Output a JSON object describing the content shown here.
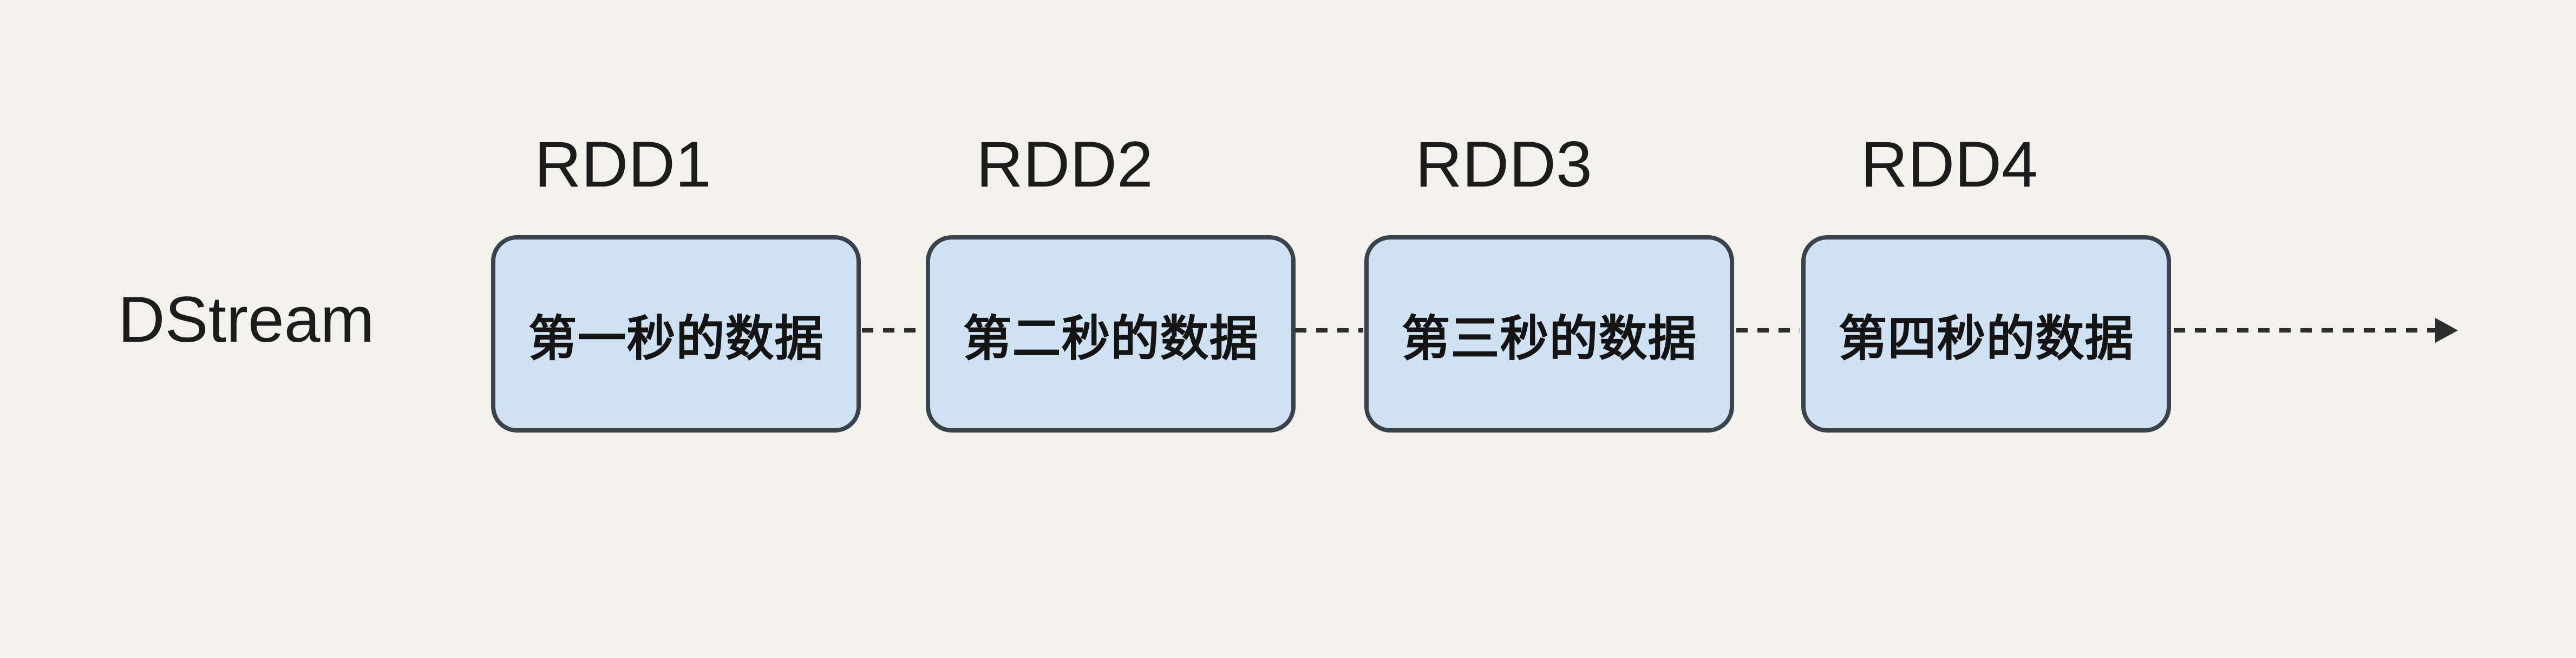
{
  "diagram": {
    "stream_label": "DStream",
    "rdds": [
      {
        "label": "RDD1",
        "content": "第一秒的数据"
      },
      {
        "label": "RDD2",
        "content": "第二秒的数据"
      },
      {
        "label": "RDD3",
        "content": "第三秒的数据"
      },
      {
        "label": "RDD4",
        "content": "第四秒的数据"
      }
    ],
    "colors": {
      "bg": "#F3F1EB",
      "box_fill": "#CFE2F3",
      "box_border": "#3A434C",
      "label_text": "#1C1C1C",
      "box_text": "#141414",
      "connector": "#2D2D2D"
    }
  }
}
